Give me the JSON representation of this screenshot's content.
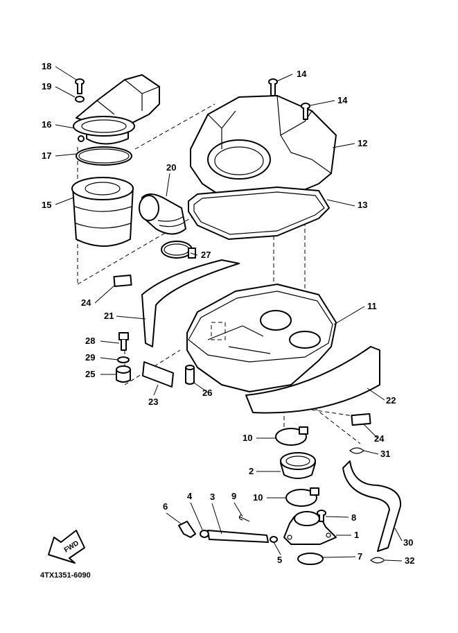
{
  "diagram": {
    "drawing_code": "4TX1351-6090",
    "fwd_label": "FWD",
    "callouts": [
      "18",
      "19",
      "16",
      "17",
      "15",
      "20",
      "14",
      "14",
      "12",
      "13",
      "27",
      "24",
      "21",
      "11",
      "28",
      "29",
      "25",
      "23",
      "26",
      "22",
      "10",
      "24",
      "31",
      "2",
      "10",
      "6",
      "4",
      "3",
      "9",
      "8",
      "1",
      "5",
      "7",
      "30",
      "32"
    ]
  }
}
